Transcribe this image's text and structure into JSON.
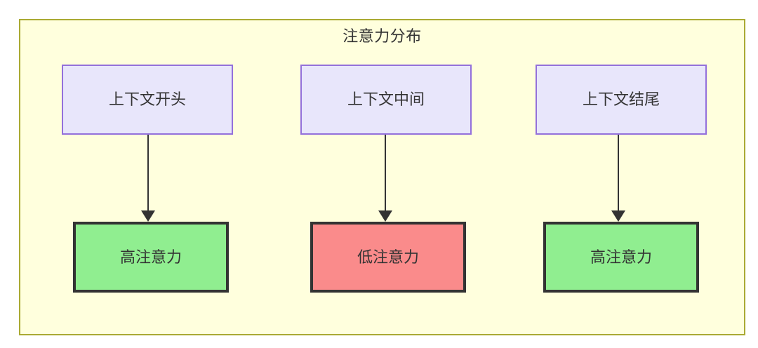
{
  "diagram": {
    "type": "flowchart",
    "title": "注意力分布",
    "container": {
      "label": "注意力分布",
      "fill_color": "#ffffdd",
      "border_color": "#aaaa33"
    },
    "colors": {
      "context_fill": "#e8e6fb",
      "context_border": "#9370db",
      "high_attention_fill": "#90ee90",
      "low_attention_fill": "#fa8b8b",
      "attention_border": "#333333",
      "text": "#333333",
      "edge": "#333333"
    },
    "columns": [
      {
        "source": {
          "label": "上下文开头"
        },
        "target": {
          "label": "高注意力",
          "level": "high"
        }
      },
      {
        "source": {
          "label": "上下文中间"
        },
        "target": {
          "label": "低注意力",
          "level": "low"
        }
      },
      {
        "source": {
          "label": "上下文结尾"
        },
        "target": {
          "label": "高注意力",
          "level": "high"
        }
      }
    ],
    "edges": [
      {
        "from": "上下文开头",
        "to": "高注意力",
        "label": ""
      },
      {
        "from": "上下文中间",
        "to": "低注意力",
        "label": ""
      },
      {
        "from": "上下文结尾",
        "to": "高注意力",
        "label": ""
      }
    ]
  }
}
